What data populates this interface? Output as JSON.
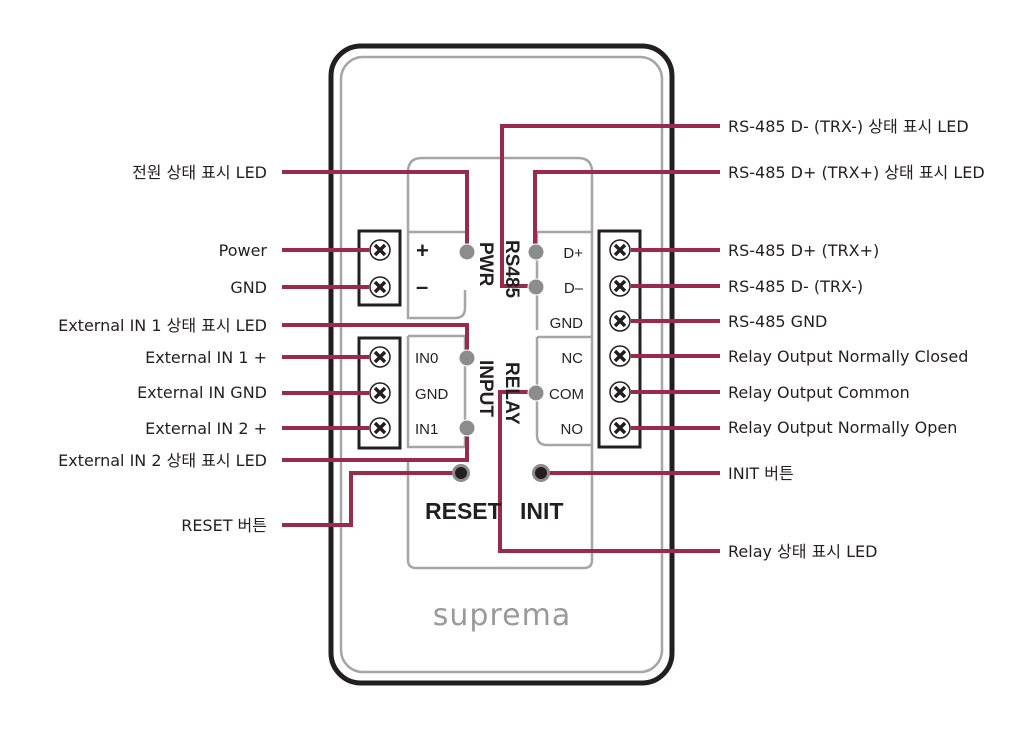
{
  "colors": {
    "wire": "#9b2a4a",
    "led": "#8c8c8c",
    "frame": "#231f20"
  },
  "device": {
    "brand": "suprema",
    "sections": {
      "pwr": "PWR",
      "rs485": "RS485",
      "input": "INPUT",
      "relay": "RELAY"
    },
    "pins": {
      "pwr": [
        "+",
        "–"
      ],
      "input": [
        "IN0",
        "GND",
        "IN1"
      ],
      "rs485": [
        "D+",
        "D–",
        "GND"
      ],
      "relay": [
        "NC",
        "COM",
        "NO"
      ]
    },
    "buttons": {
      "reset": "RESET",
      "init": "INIT"
    }
  },
  "labels_left": [
    "전원 상태 표시 LED",
    "Power",
    "GND",
    "External IN 1 상태 표시 LED",
    "External IN 1 +",
    "External IN GND",
    "External IN 2 +",
    "External IN 2 상태 표시 LED",
    "RESET 버튼"
  ],
  "labels_right": [
    "RS-485 D- (TRX-) 상태 표시 LED",
    "RS-485 D+ (TRX+) 상태 표시 LED",
    "RS-485 D+ (TRX+)",
    "RS-485 D- (TRX-)",
    "RS-485 GND",
    "Relay Output Normally Closed",
    "Relay Output Common",
    "Relay Output Normally Open",
    "INIT 버튼",
    "Relay 상태 표시 LED"
  ]
}
